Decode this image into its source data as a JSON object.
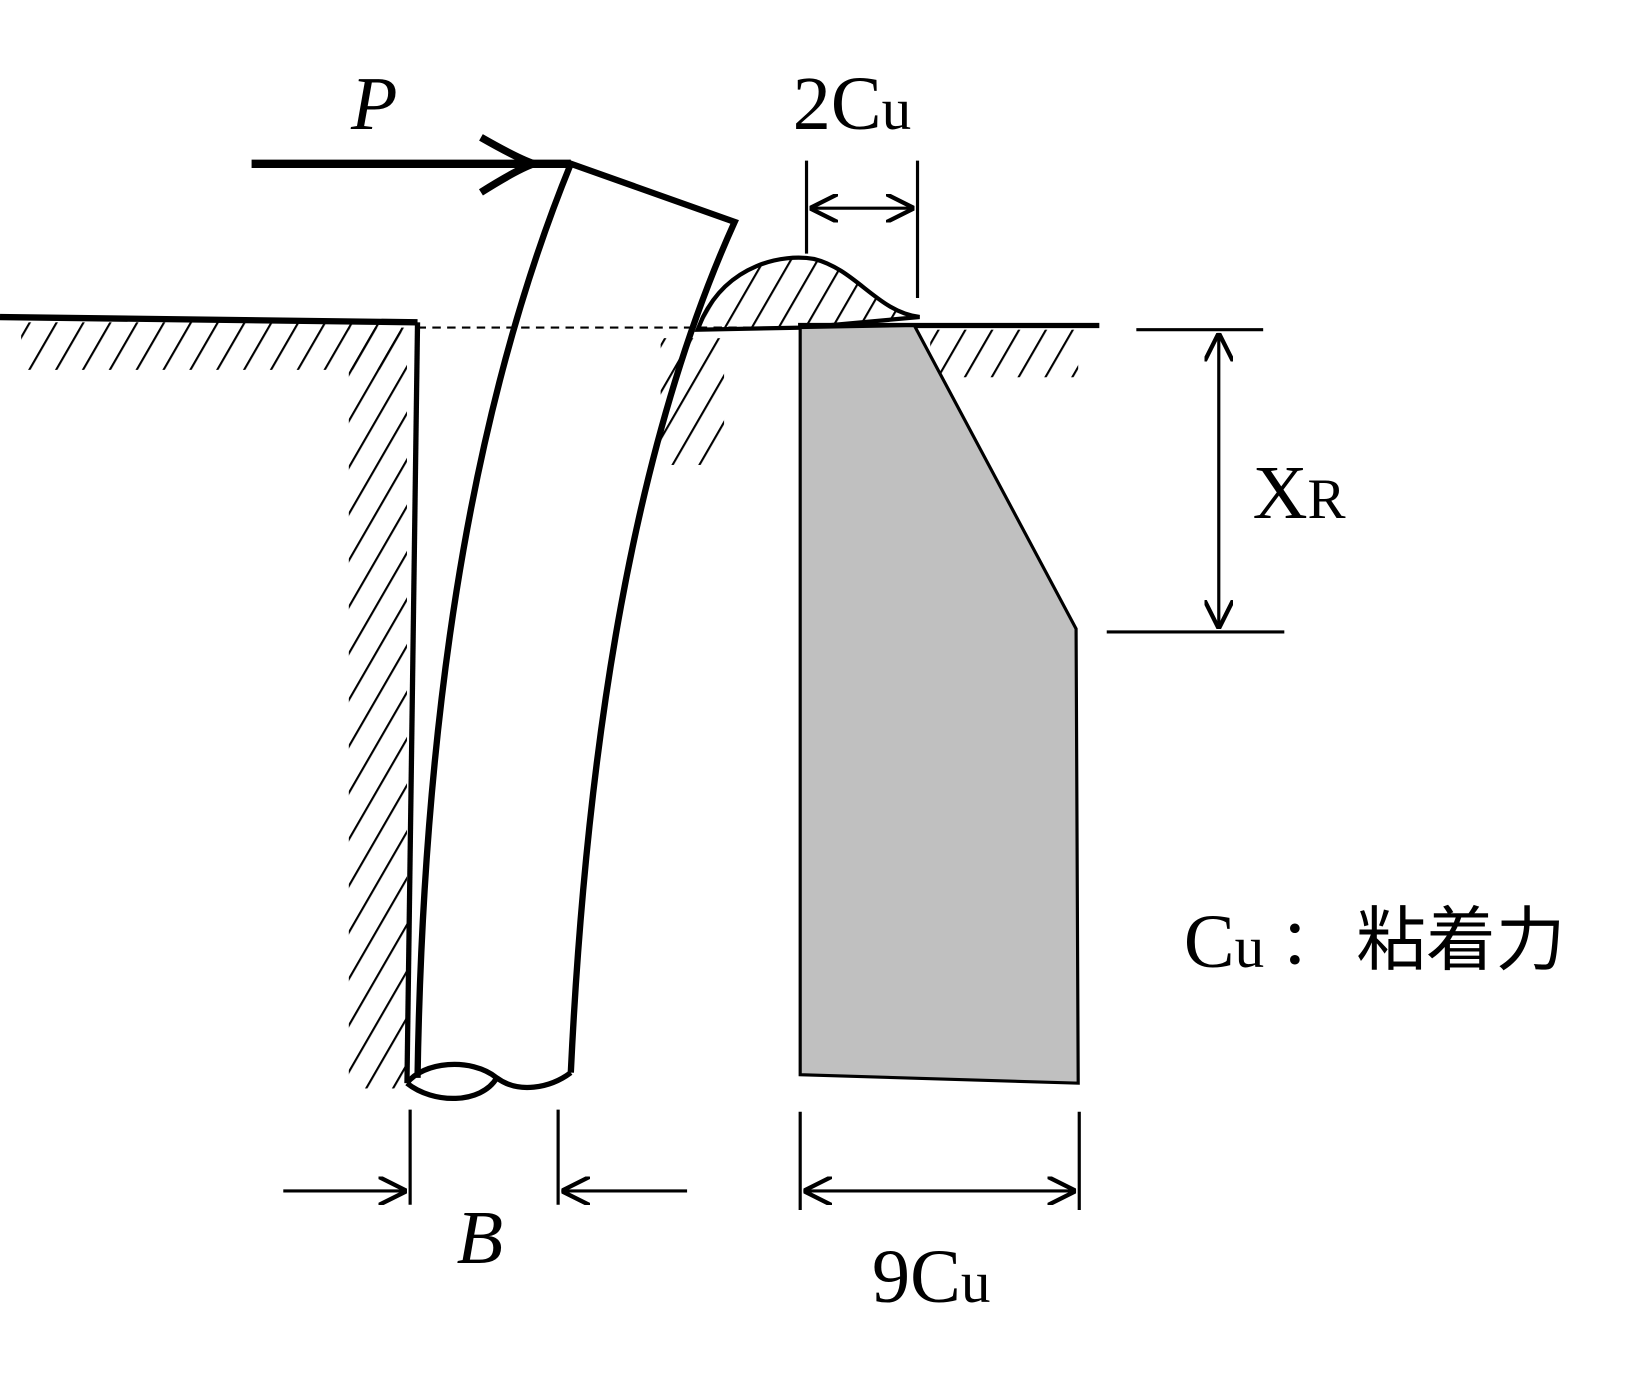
{
  "labels": {
    "load": "P",
    "width": "B",
    "top_dim_num": "2C",
    "top_dim_sub": "u",
    "bottom_dim_num": "9C",
    "bottom_dim_sub": "u",
    "depth_main": "X",
    "depth_sub": "R",
    "legend_main": "C",
    "legend_sub": "u",
    "legend_sep": "：",
    "legend_desc": "粘着力"
  },
  "colors": {
    "pressure_fill": "#c0c0c0",
    "line": "#000000"
  }
}
